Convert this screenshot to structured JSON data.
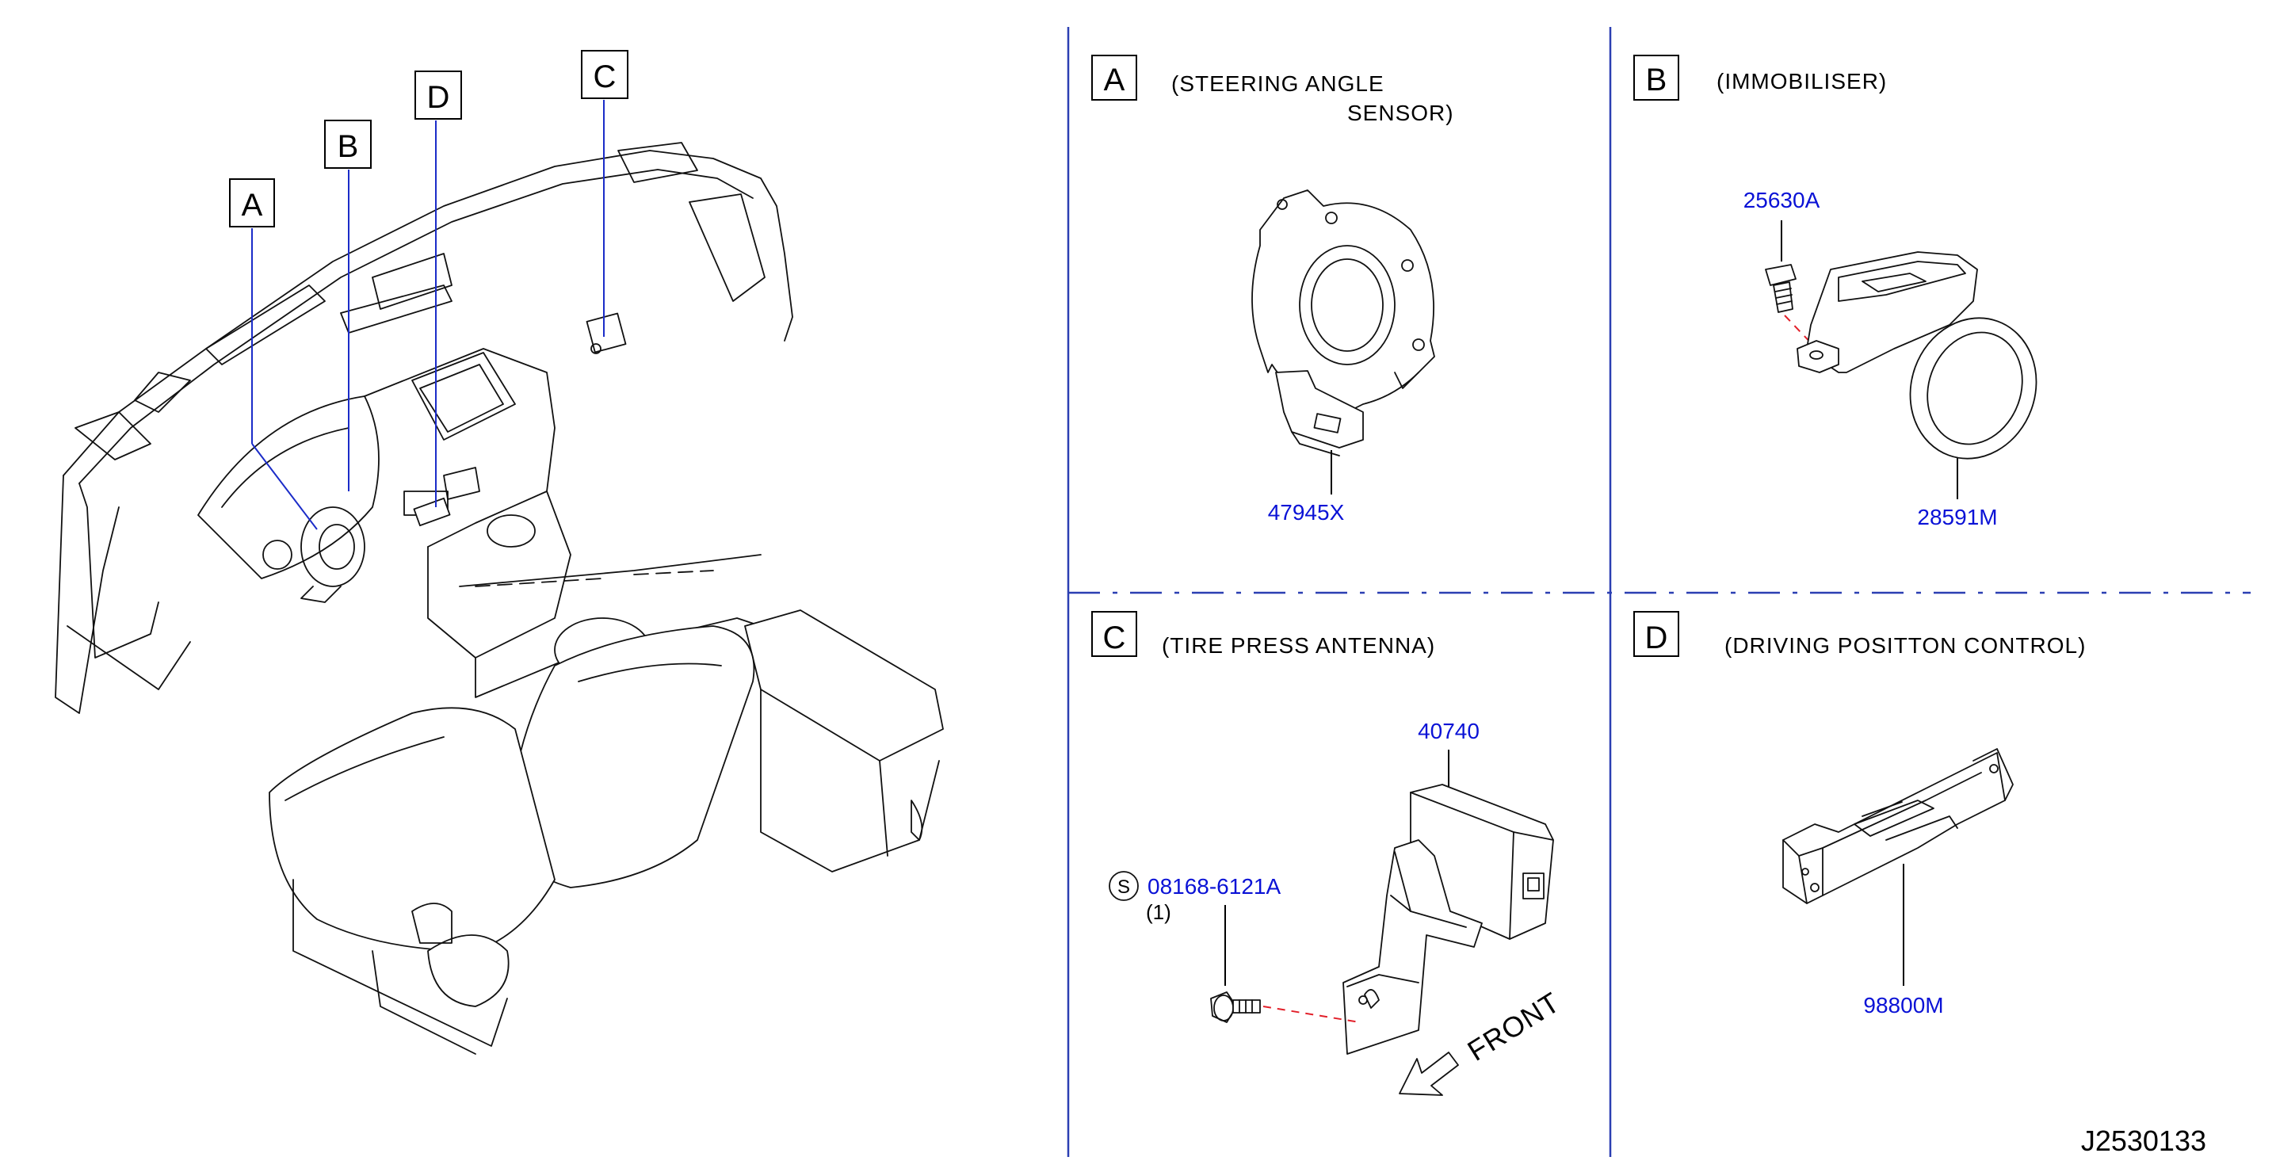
{
  "overview": {
    "callouts": [
      "A",
      "B",
      "D",
      "C"
    ]
  },
  "sections": {
    "A": {
      "letter": "A",
      "caption_line1": "(STEERING   ANGLE",
      "caption_line2": "SENSOR)",
      "parts": [
        "47945X"
      ]
    },
    "B": {
      "letter": "B",
      "caption": "(IMMOBILISER)",
      "parts": [
        "25630A",
        "28591M"
      ]
    },
    "C": {
      "letter": "C",
      "caption": "(TIRE   PRESS   ANTENNA)",
      "parts": [
        "40740",
        "08168-6121A"
      ],
      "screw_symbol": "S",
      "quantity": "(1)",
      "direction": "FRONT"
    },
    "D": {
      "letter": "D",
      "caption": "(DRIVING   POSITTON   CONTROL)",
      "parts": [
        "98800M"
      ]
    }
  },
  "diagram_id": "J2530133",
  "colors": {
    "part_number": "#0a12d6",
    "divider": "#2b3fb2",
    "hidden_line": "#e2202a"
  }
}
